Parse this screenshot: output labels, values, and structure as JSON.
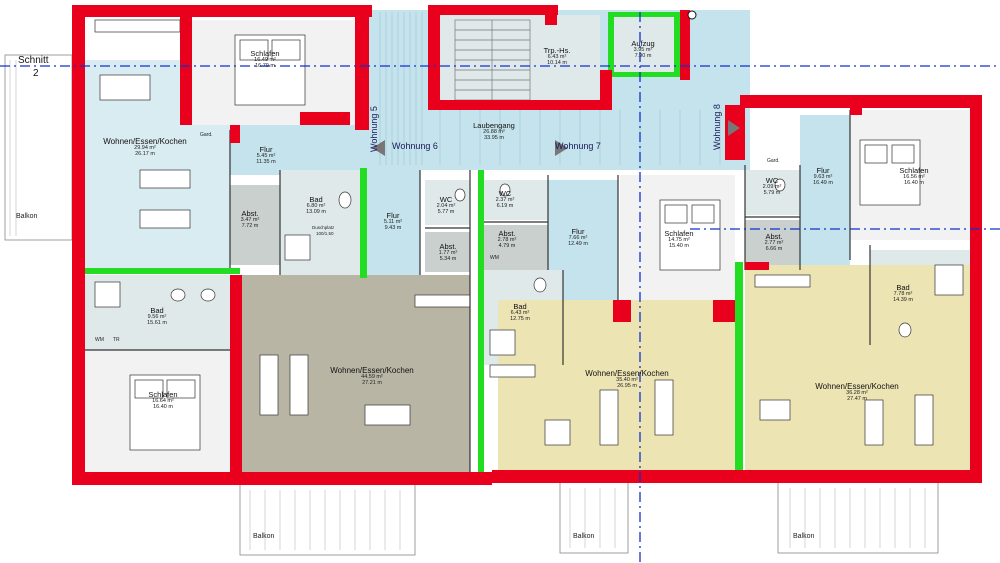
{
  "section_marker": {
    "label": "Schnitt",
    "number": "2"
  },
  "rooms": [
    {
      "id": "wohnen-1",
      "name": "Wohnen/Essen/Kochen",
      "area": "29.94 m²",
      "perimeter": "26.17 m"
    },
    {
      "id": "schlafen-1",
      "name": "Schlafen",
      "area": "16.49 m²",
      "perimeter": "16.79 m"
    },
    {
      "id": "flur-1",
      "name": "Flur",
      "area": "5.45 m²",
      "perimeter": "11.35 m"
    },
    {
      "id": "abst-1",
      "name": "Abst.",
      "area": "3.47 m²",
      "perimeter": "7.72 m"
    },
    {
      "id": "bad-1",
      "name": "Bad",
      "area": "6.80 m²",
      "perimeter": "13.09 m"
    },
    {
      "id": "flur-2",
      "name": "Flur",
      "area": "5.11 m²",
      "perimeter": "9.43 m"
    },
    {
      "id": "wc-1",
      "name": "WC",
      "area": "2.04 m²",
      "perimeter": "5.77 m"
    },
    {
      "id": "abst-2",
      "name": "Abst.",
      "area": "1.77 m²",
      "perimeter": "5.34 m"
    },
    {
      "id": "trp-hs",
      "name": "Trp.-Hs.",
      "area": "6.43 m²",
      "perimeter": "10.14 m"
    },
    {
      "id": "aufzug",
      "name": "Aufzug",
      "area": "3.95 m²",
      "perimeter": "7.90 m"
    },
    {
      "id": "laubengang",
      "name": "Laubengang",
      "area": "26.88 m²",
      "perimeter": "33.95 m"
    },
    {
      "id": "wc-2",
      "name": "WC",
      "area": "2.37 m²",
      "perimeter": "6.19 m"
    },
    {
      "id": "abst-3",
      "name": "Abst.",
      "area": "2.78 m²",
      "perimeter": "4.79 m"
    },
    {
      "id": "flur-3",
      "name": "Flur",
      "area": "7.66 m²",
      "perimeter": "12.49 m"
    },
    {
      "id": "bad-2",
      "name": "Bad",
      "area": "6.43 m²",
      "perimeter": "12.75 m"
    },
    {
      "id": "schlafen-2",
      "name": "Schlafen",
      "area": "14.75 m²",
      "perimeter": "15.40 m"
    },
    {
      "id": "wc-3",
      "name": "WC",
      "area": "2.09 m²",
      "perimeter": "5.79 m"
    },
    {
      "id": "abst-4",
      "name": "Abst.",
      "area": "2.77 m²",
      "perimeter": "6.66 m"
    },
    {
      "id": "flur-4",
      "name": "Flur",
      "area": "9.63 m²",
      "perimeter": "16.49 m"
    },
    {
      "id": "schlafen-3",
      "name": "Schlafen",
      "area": "16.56 m²",
      "perimeter": "16.40 m"
    },
    {
      "id": "bad-3",
      "name": "Bad",
      "area": "7.78 m²",
      "perimeter": "14.39 m"
    },
    {
      "id": "bad-4",
      "name": "Bad",
      "area": "9.56 m²",
      "perimeter": "15.61 m"
    },
    {
      "id": "schlafen-4",
      "name": "Schlafen",
      "area": "16.64 m²",
      "perimeter": "16.40 m"
    },
    {
      "id": "wohnen-2",
      "name": "Wohnen/Essen/Kochen",
      "area": "44.59 m²",
      "perimeter": "27.21 m"
    },
    {
      "id": "wohnen-3",
      "name": "Wohnen/Essen/Kochen",
      "area": "35.40 m²",
      "perimeter": "26.95 m"
    },
    {
      "id": "wohnen-4",
      "name": "Wohnen/Essen/Kochen",
      "area": "36.28 m²",
      "perimeter": "27.47 m"
    }
  ],
  "apartments": {
    "w5": "Wohnung 5",
    "w6": "Wohnung 6",
    "w7": "Wohnung 7",
    "w8": "Wohnung 8"
  },
  "balconies": [
    "Balkon",
    "Balkon",
    "Balkon",
    "Balkon"
  ],
  "misc": {
    "gard": "Gard.",
    "wm": "WM",
    "tr": "TR",
    "dusche": "Duschplatz",
    "dusche_dim": "100/1.50"
  },
  "colors": {
    "wall": "#e8001c",
    "green_wall": "#22dd22",
    "living_blue": "#d8ecf2",
    "corridor_blue": "#c4e3ec",
    "bath_grey": "#dfe9ea",
    "beige": "#ede4b4",
    "taupe": "#b9b5a5",
    "section_line": "#1030d0"
  }
}
